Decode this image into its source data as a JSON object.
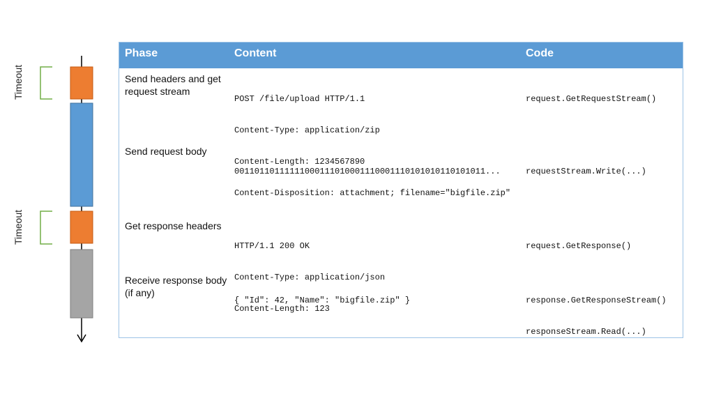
{
  "timeline": {
    "timeout_labels": [
      "Timeout",
      "Timeout"
    ],
    "colors": {
      "timeout": "#ed7d31",
      "body": "#5b9bd5",
      "response": "#a5a5a5",
      "brace": "#70ad47"
    }
  },
  "table": {
    "headers": {
      "phase": "Phase",
      "content": "Content",
      "code": "Code"
    },
    "rows": [
      {
        "phase": [
          "Send headers and get",
          "request stream"
        ],
        "content": [
          "POST /file/upload HTTP/1.1",
          "Content-Type: application/zip",
          "Content-Length: 1234567890",
          "Content-Disposition: attachment; filename=\"bigfile.zip\""
        ],
        "code": [
          "request.GetRequestStream()"
        ]
      },
      {
        "phase": [
          "Send request body"
        ],
        "content": [
          "00110110111111000111010001110001110101010110101011..."
        ],
        "code": [
          "requestStream.Write(...)"
        ]
      },
      {
        "phase": [
          "Get response headers"
        ],
        "content": [
          "HTTP/1.1 200 OK",
          "Content-Type: application/json",
          "Content-Length: 123"
        ],
        "code": [
          "request.GetResponse()"
        ]
      },
      {
        "phase": [
          "Receive response body",
          "(if any)"
        ],
        "content": [
          "{ \"Id\": 42, \"Name\": \"bigfile.zip\" }"
        ],
        "code": [
          "response.GetResponseStream()",
          "responseStream.Read(...)"
        ]
      }
    ]
  }
}
